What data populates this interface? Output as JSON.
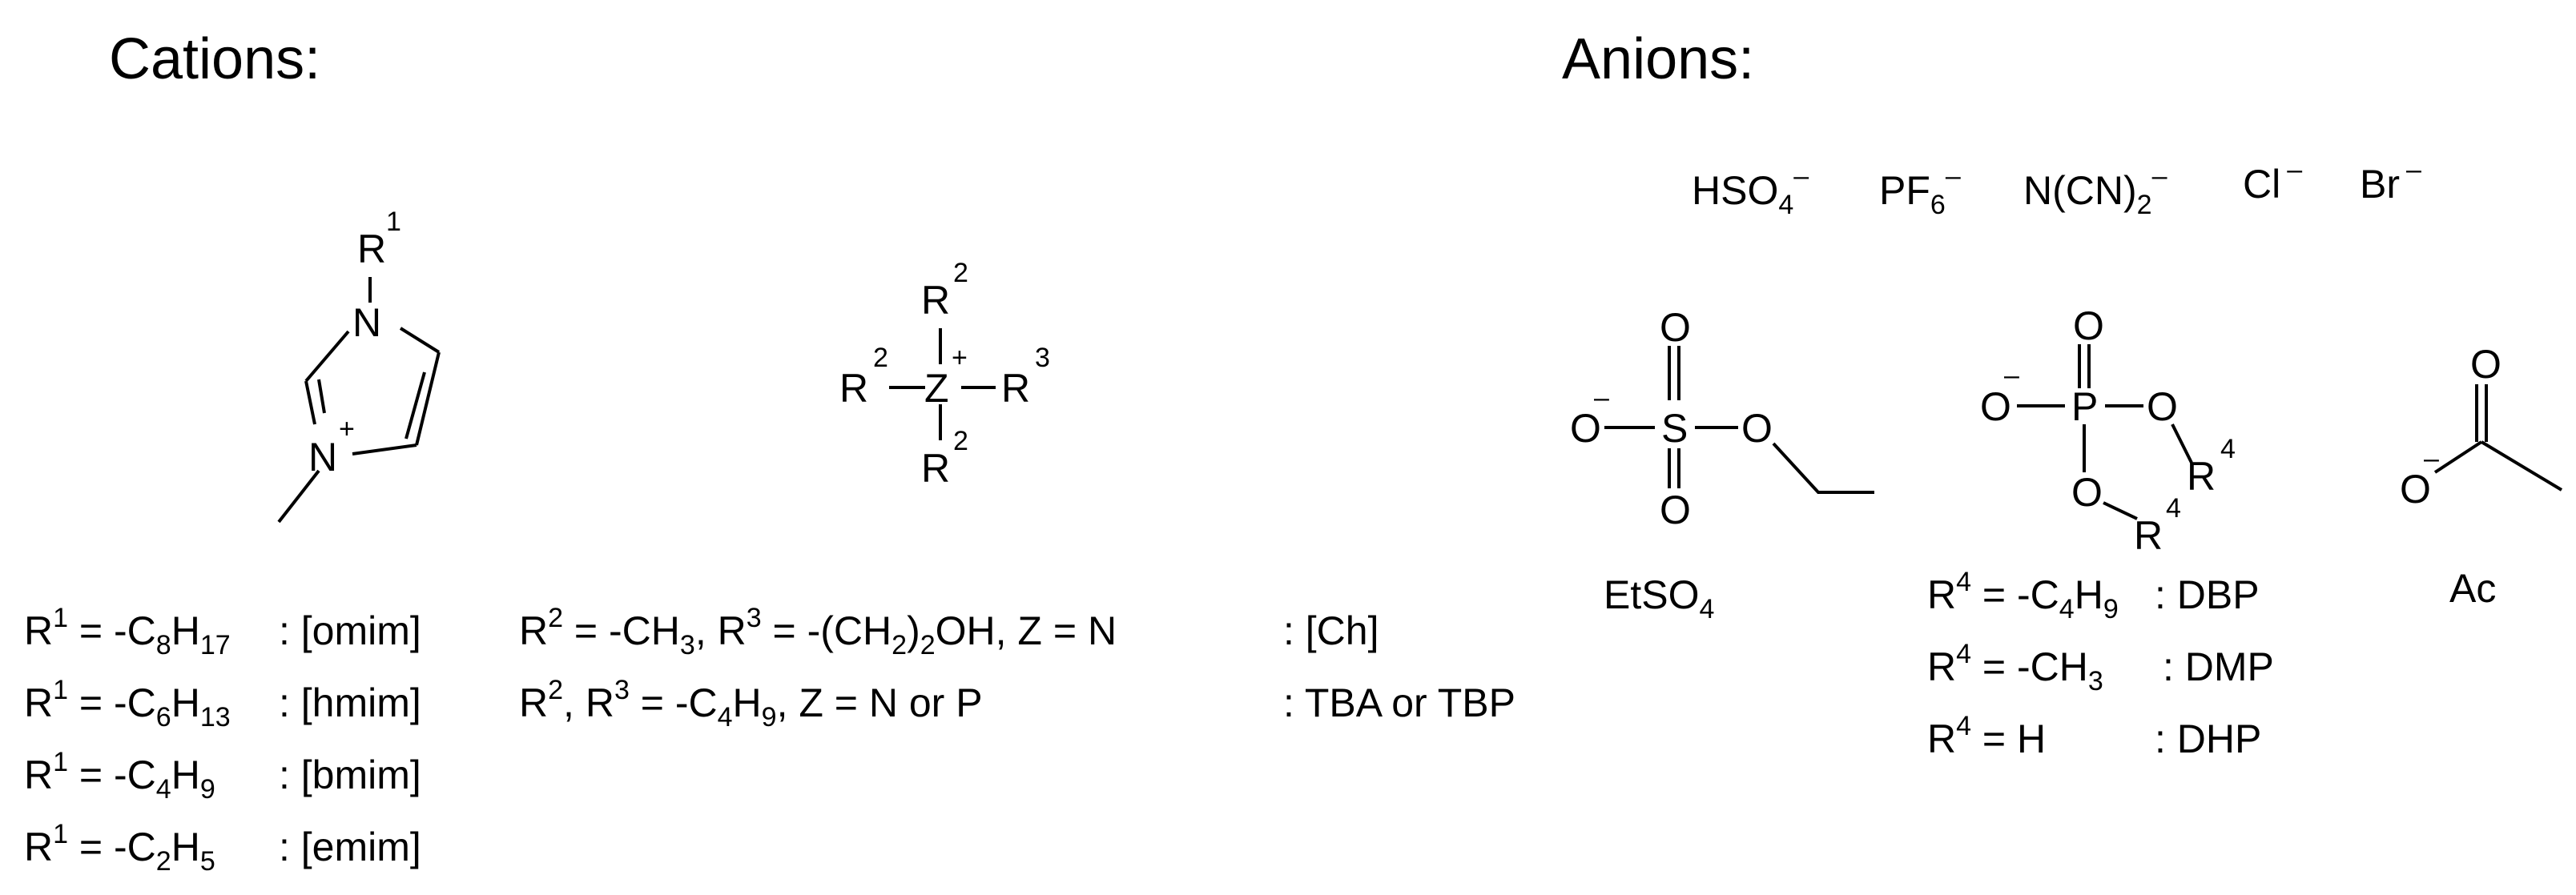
{
  "headings": {
    "cations": "Cations:",
    "anions": "Anions:"
  },
  "atoms": {
    "N": "N",
    "P": "P",
    "Z": "Z",
    "O": "O",
    "S": "S",
    "R": "R",
    "plus": "+",
    "minus": "–",
    "r1_sup": "1",
    "r2_sup": "2",
    "r3_sup": "3",
    "r4_sup": "4"
  },
  "simple_anions": [
    {
      "base": "HSO",
      "sub": "4",
      "charge": "–"
    },
    {
      "base": "PF",
      "sub": "6",
      "charge": "–"
    },
    {
      "base": "N(CN)",
      "sub": "2",
      "charge": "–"
    },
    {
      "base": "Cl",
      "sub": "",
      "charge": "–"
    },
    {
      "base": "Br",
      "sub": "",
      "charge": "–"
    }
  ],
  "structure_names": {
    "etso4_base": "EtSO",
    "etso4_sub": "4",
    "acetate": "Ac"
  },
  "imidazolium_substituents": [
    {
      "lhs": "R",
      "sup": "1",
      "eq": " = -C",
      "s1": "8",
      "h": "H",
      "s2": "17",
      "abbr": ": [omim]"
    },
    {
      "lhs": "R",
      "sup": "1",
      "eq": " = -C",
      "s1": "6",
      "h": "H",
      "s2": "13",
      "abbr": ": [hmim]"
    },
    {
      "lhs": "R",
      "sup": "1",
      "eq": " = -C",
      "s1": "4",
      "h": "H",
      "s2": "9",
      "abbr": ": [bmim]"
    },
    {
      "lhs": "R",
      "sup": "1",
      "eq": " = -C",
      "s1": "2",
      "h": "H",
      "s2": "5",
      "abbr": ": [emim]"
    }
  ],
  "ammonium_substituents": {
    "row1": {
      "a": "R",
      "a_sup": "2",
      "b": " = -CH",
      "b_sub": "3",
      "c": ", R",
      "c_sup": "3",
      "d": " = -(CH",
      "d_sub": "2",
      "e": ")",
      "e_sub": "2",
      "f": "OH, Z = N",
      "abbr": ": [Ch]"
    },
    "row2": {
      "a": "R",
      "a_sup": "2",
      "b": ", R",
      "b_sup": "3",
      "c": " = -C",
      "c_sub": "4",
      "d": "H",
      "d_sub": "9",
      "e": ", Z = N or P",
      "abbr": ": TBA or TBP"
    }
  },
  "phosphate_substituents": [
    {
      "lhs": "R",
      "sup": "4",
      "eq": " = -C",
      "s1": "4",
      "h": "H",
      "s2": "9",
      "abbr": ": DBP"
    },
    {
      "lhs": "R",
      "sup": "4",
      "eq": " = -CH",
      "s1": "3",
      "h": "",
      "s2": "",
      "abbr": ": DMP"
    },
    {
      "lhs": "R",
      "sup": "4",
      "eq": " = H",
      "s1": "",
      "h": "",
      "s2": "",
      "abbr": ": DHP"
    }
  ]
}
